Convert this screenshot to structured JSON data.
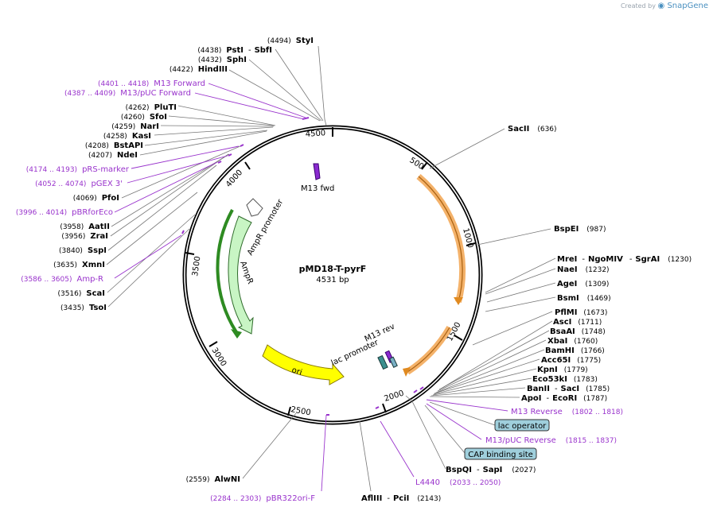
{
  "credit": {
    "prefix": "Created by",
    "brand": "SnapGene"
  },
  "plasmid": {
    "name": "pMD18-T-pyrF",
    "length": "4531 bp"
  },
  "ticks": [
    "500",
    "1000",
    "1500",
    "2000",
    "2500",
    "3000",
    "3500",
    "4000",
    "4500"
  ],
  "features": {
    "m13fwd": "M13 fwd",
    "ampr_promoter": "AmpR promoter",
    "ampr": "AmpR",
    "ori": "ori",
    "m13rev": "M13 rev",
    "lac_promoter": "lac promoter"
  },
  "enzymes_left": [
    {
      "pos": "(4494)",
      "name": "StyI"
    },
    {
      "pos": "(4438)",
      "name": "PstI",
      "extra": "SbfI"
    },
    {
      "pos": "(4432)",
      "name": "SphI"
    },
    {
      "pos": "(4422)",
      "name": "HindIII"
    },
    {
      "pos": "(4262)",
      "name": "PluTI"
    },
    {
      "pos": "(4260)",
      "name": "SfoI"
    },
    {
      "pos": "(4259)",
      "name": "NarI"
    },
    {
      "pos": "(4258)",
      "name": "KasI"
    },
    {
      "pos": "(4208)",
      "name": "BstAPI"
    },
    {
      "pos": "(4207)",
      "name": "NdeI"
    },
    {
      "pos": "(4069)",
      "name": "PfoI"
    },
    {
      "pos": "(3958)",
      "name": "AatII"
    },
    {
      "pos": "(3956)",
      "name": "ZraI"
    },
    {
      "pos": "(3840)",
      "name": "SspI"
    },
    {
      "pos": "(3635)",
      "name": "XmnI"
    },
    {
      "pos": "(3516)",
      "name": "ScaI"
    },
    {
      "pos": "(3435)",
      "name": "TsoI"
    },
    {
      "pos": "(2559)",
      "name": "AlwNI"
    }
  ],
  "primers_left": [
    {
      "range": "(4401 .. 4418)",
      "name": "M13 Forward"
    },
    {
      "range": "(4387 .. 4409)",
      "name": "M13/pUC Forward"
    },
    {
      "range": "(4174 .. 4193)",
      "name": "pRS-marker"
    },
    {
      "range": "(4052 .. 4074)",
      "name": "pGEX 3'"
    },
    {
      "range": "(3996 .. 4014)",
      "name": "pBRforEco"
    },
    {
      "range": "(3586 .. 3605)",
      "name": "Amp-R"
    },
    {
      "range": "(2284 .. 2303)",
      "name": "pBR322ori-F"
    }
  ],
  "enzymes_right": [
    {
      "name": "SacII",
      "pos": "(636)"
    },
    {
      "name": "BspEI",
      "pos": "(987)"
    },
    {
      "name": "MreI",
      "extra1": "NgoMIV",
      "extra2": "SgrAI",
      "pos": "(1230)"
    },
    {
      "name": "NaeI",
      "pos": "(1232)"
    },
    {
      "name": "AgeI",
      "pos": "(1309)"
    },
    {
      "name": "BsmI",
      "pos": "(1469)"
    },
    {
      "name": "PflMI",
      "pos": "(1673)"
    },
    {
      "name": "AscI",
      "pos": "(1711)"
    },
    {
      "name": "BsaAI",
      "pos": "(1748)"
    },
    {
      "name": "XbaI",
      "pos": "(1760)"
    },
    {
      "name": "BamHI",
      "pos": "(1766)"
    },
    {
      "name": "Acc65I",
      "pos": "(1775)"
    },
    {
      "name": "KpnI",
      "pos": "(1779)"
    },
    {
      "name": "Eco53kI",
      "pos": "(1783)"
    },
    {
      "name": "BanII",
      "extra": "SacI",
      "pos": "(1785)"
    },
    {
      "name": "ApoI",
      "extra": "EcoRI",
      "pos": "(1787)"
    },
    {
      "name": "BspQI",
      "extra": "SapI",
      "pos": "(2027)"
    },
    {
      "name": "AflIII",
      "extra": "PciI",
      "pos": "(2143)"
    }
  ],
  "primers_right": [
    {
      "name": "M13 Reverse",
      "range": "(1802 .. 1818)"
    },
    {
      "name": "M13/pUC Reverse",
      "range": "(1815 .. 1837)"
    },
    {
      "name": "L4440",
      "range": "(2033 .. 2050)"
    }
  ],
  "boxed": {
    "lac_operator": "lac operator",
    "cap_site": "CAP binding site"
  },
  "separator": "-"
}
